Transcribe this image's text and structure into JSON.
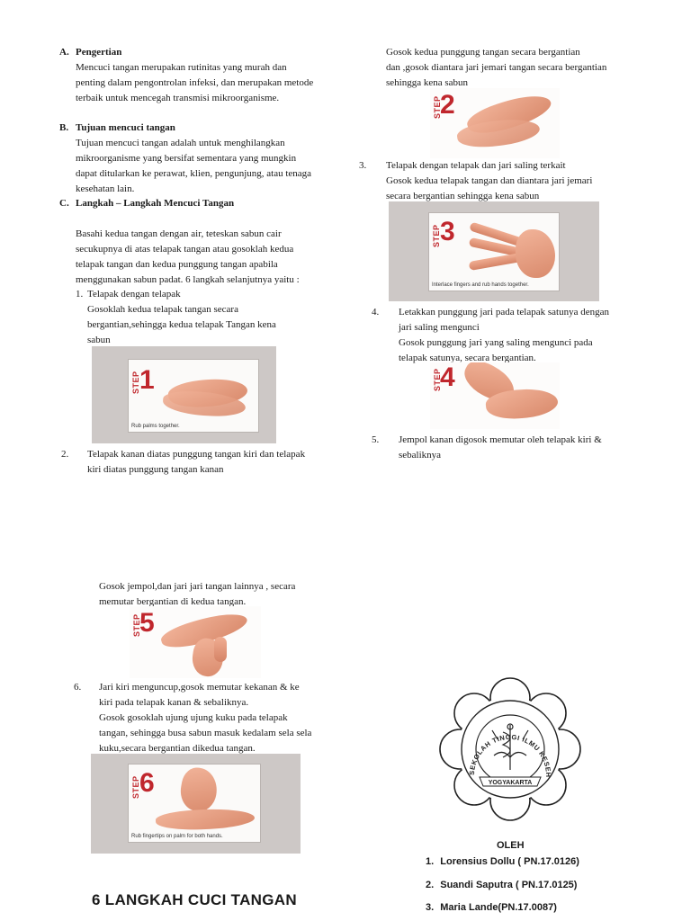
{
  "section_a": {
    "marker": "A.",
    "heading": "Pengertian",
    "lines": [
      "Mencuci tangan merupakan rutinitas yang murah dan",
      "penting dalam pengontrolan infeksi, dan merupakan metode",
      "terbaik untuk mencegah transmisi mikroorganisme."
    ]
  },
  "section_b": {
    "marker": "B.",
    "heading": "Tujuan mencuci tangan",
    "lines": [
      "Tujuan mencuci tangan adalah untuk menghilangkan",
      "mikroorganisme yang bersifat sementara yang mungkin",
      "dapat ditularkan ke perawat, klien, pengunjung, atau tenaga",
      "kesehatan lain."
    ]
  },
  "section_c": {
    "marker": "C.",
    "heading": "Langkah – Langkah Mencuci Tangan",
    "intro_lines": [
      "Basahi kedua tangan dengan air, teteskan sabun cair",
      "secukupnya di atas telapak tangan atau gosoklah kedua",
      "telapak tangan dan kedua punggung tangan apabila",
      "menggunakan sabun padat. 6 langkah selanjutnya yaitu :"
    ]
  },
  "step1": {
    "number": "1.",
    "title": "Telapak dengan telapak",
    "lines": [
      "Gosoklah kedua telapak tangan secara",
      "bergantian,sehingga kedua telapak Tangan kena",
      "sabun"
    ],
    "image_step_word": "STEP",
    "image_step_num": "1",
    "image_caption": "Rub palms together."
  },
  "step2": {
    "number": "2.",
    "lines": [
      "Telapak kanan diatas punggung tangan kiri dan telapak",
      "kiri diatas punggung tangan kanan"
    ],
    "lines_continued": [
      "Gosok kedua punggung tangan secara bergantian",
      "dan ,gosok diantara jari jemari tangan secara bergantian",
      "sehingga kena sabun"
    ],
    "image_step_word": "STEP",
    "image_step_num": "2"
  },
  "step3": {
    "number": "3.",
    "lines": [
      "Telapak dengan telapak dan jari saling terkait",
      "Gosok kedua telapak tangan dan diantara jari jemari",
      "secara bergantian sehingga kena sabun"
    ],
    "image_step_word": "STEP",
    "image_step_num": "3",
    "image_caption": "Interlace fingers and rub hands together."
  },
  "step4": {
    "number": "4.",
    "lines": [
      "Letakkan punggung jari pada telapak satunya dengan",
      "jari saling mengunci",
      "Gosok punggung jari yang saling mengunci  pada",
      "telapak satunya, secara bergantian."
    ],
    "image_step_word": "STEP",
    "image_step_num": "4"
  },
  "step5": {
    "number": "5.",
    "lines": [
      "Jempol kanan digosok memutar oleh telapak kiri &",
      "sebaliknya"
    ],
    "lines_continued": [
      "Gosok jempol,dan jari jari tangan lainnya , secara",
      "memutar  bergantian di kedua tangan."
    ],
    "image_step_word": "STEP",
    "image_step_num": "5"
  },
  "step6": {
    "number": "6.",
    "lines": [
      "Jari kiri menguncup,gosok memutar kekanan  & ke",
      "kiri pada telapak kanan & sebaliknya.",
      "Gosok gosoklah ujung ujung kuku pada telapak",
      "tangan, sehingga busa sabun masuk kedalam sela sela",
      "kuku,secara bergantian dikedua tangan."
    ],
    "image_step_word": "STEP",
    "image_step_num": "6",
    "image_caption": "Rub fingertips on palm for both hands."
  },
  "title": "6 LANGKAH CUCI TANGAN",
  "logo": {
    "icon": "institution-seal-icon",
    "ring_text": "SEKOLAH TINGGI ILMU KESEHATAN WIRA HUSADA",
    "banner_text": "YOGYAKARTA"
  },
  "authors": {
    "label": "OLEH",
    "items": [
      {
        "num": "1.",
        "text": "Lorensius Dollu ( PN.17.0126)"
      },
      {
        "num": "2.",
        "text": "Suandi Saputra ( PN.17.0125)"
      },
      {
        "num": "3.",
        "text": "Maria Lande(PN.17.0087)"
      }
    ]
  },
  "colors": {
    "step_red": "#c0272d",
    "frame_gray": "#cdc8c6",
    "skin": "#e9a084"
  }
}
